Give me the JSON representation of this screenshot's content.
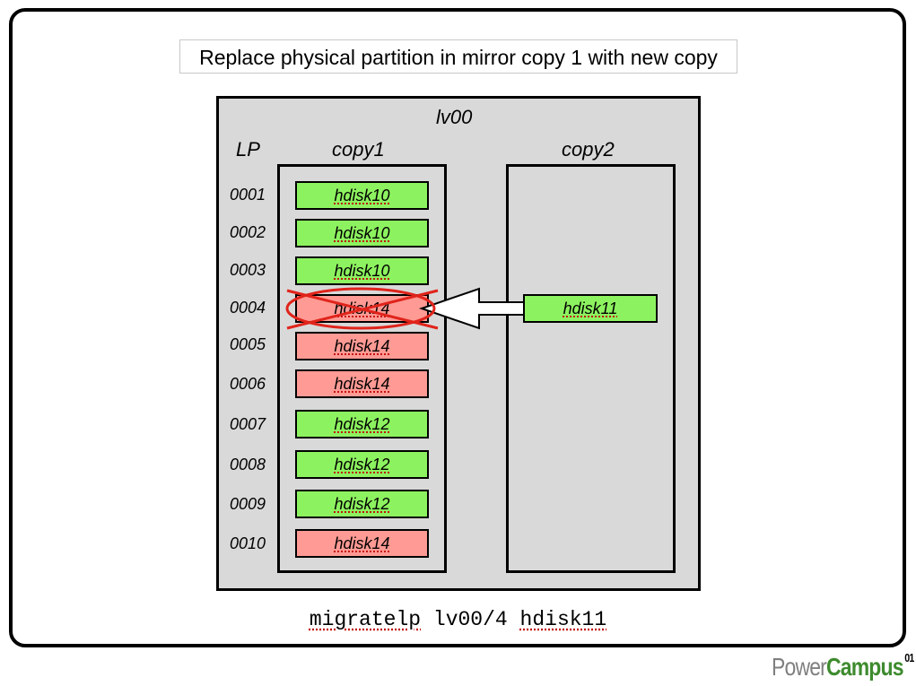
{
  "title": "Replace physical partition in mirror copy 1 with new copy",
  "lv_name": "lv00",
  "lp_header": "LP",
  "copy1_header": "copy1",
  "copy2_header": "copy2",
  "rows": [
    {
      "lp": "0001",
      "disk": "hdisk10",
      "color": "green"
    },
    {
      "lp": "0002",
      "disk": "hdisk10",
      "color": "green"
    },
    {
      "lp": "0003",
      "disk": "hdisk10",
      "color": "green"
    },
    {
      "lp": "0004",
      "disk": "hdisk14",
      "color": "red"
    },
    {
      "lp": "0005",
      "disk": "hdisk14",
      "color": "red"
    },
    {
      "lp": "0006",
      "disk": "hdisk14",
      "color": "red"
    },
    {
      "lp": "0007",
      "disk": "hdisk12",
      "color": "green"
    },
    {
      "lp": "0008",
      "disk": "hdisk12",
      "color": "green"
    },
    {
      "lp": "0009",
      "disk": "hdisk12",
      "color": "green"
    },
    {
      "lp": "0010",
      "disk": "hdisk14",
      "color": "red"
    }
  ],
  "new_copy_disk": "hdisk11",
  "command": {
    "cmd": "migratelp",
    "arg1": "lv00/4",
    "arg2": "hdisk11"
  },
  "logo": {
    "part1": "Power",
    "part2": "Campus",
    "suffix": "01"
  },
  "colors": {
    "green": "#8df25f",
    "red": "#ff9a94",
    "box_gray": "#d9d9d9",
    "strike_red": "#e0241b",
    "logo_green": "#3e8b2e"
  }
}
